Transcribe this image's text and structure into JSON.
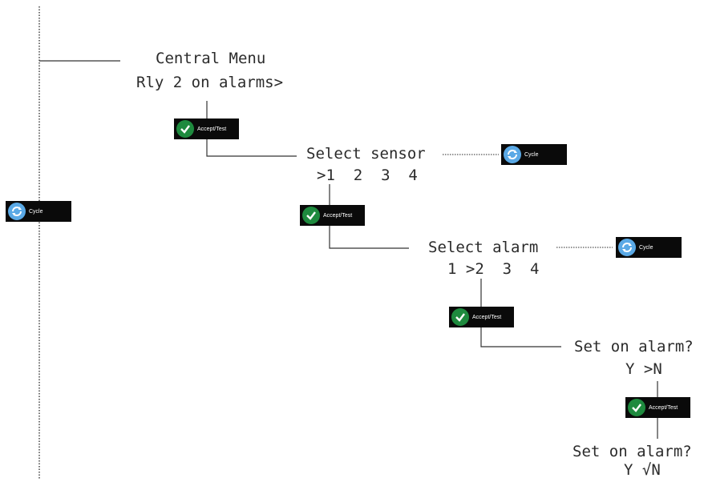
{
  "nodes": {
    "central_menu": {
      "line1": "Central Menu",
      "line2": "Rly 2 on alarms>"
    },
    "select_sensor": {
      "line1": "Select sensor",
      "line2": ">1  2  3  4"
    },
    "select_alarm": {
      "line1": "Select alarm",
      "line2": "1 >2  3  4"
    },
    "set_on_alarm_1": {
      "line1": "Set on alarm?",
      "line2": "Y >N"
    },
    "set_on_alarm_2": {
      "line1": "Set on alarm?",
      "line2": "Y √N"
    }
  },
  "buttons": {
    "accept_label": "Accept/Test",
    "cycle_label": "Cycle",
    "accept_icon": "checkmark-icon",
    "cycle_icon": "refresh-icon"
  },
  "colors": {
    "accept_green": "#1e8a3e",
    "cycle_blue": "#5aa9e6",
    "button_bg": "#0a0a0a",
    "line": "#333333"
  }
}
